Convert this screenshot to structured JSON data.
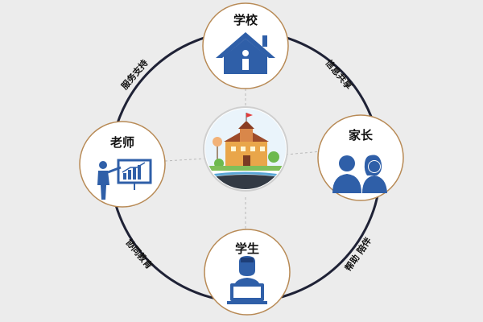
{
  "nodes": {
    "school": {
      "label": "学校",
      "icon": "house-icon"
    },
    "teacher": {
      "label": "老师",
      "icon": "teacher-presentation-icon"
    },
    "parent": {
      "label": "家长",
      "icon": "parents-icon"
    },
    "student": {
      "label": "学生",
      "icon": "student-laptop-icon"
    },
    "center": {
      "icon": "school-building-illustration"
    }
  },
  "edges": {
    "school_teacher": "服务支持",
    "school_parent": "信息共享",
    "teacher_student": "协同教育",
    "parent_student": "帮助 陪伴"
  },
  "colors": {
    "accent_blue": "#2f5fa8",
    "node_border": "#b88a55",
    "ring": "#1f2236",
    "background": "#ececec"
  }
}
